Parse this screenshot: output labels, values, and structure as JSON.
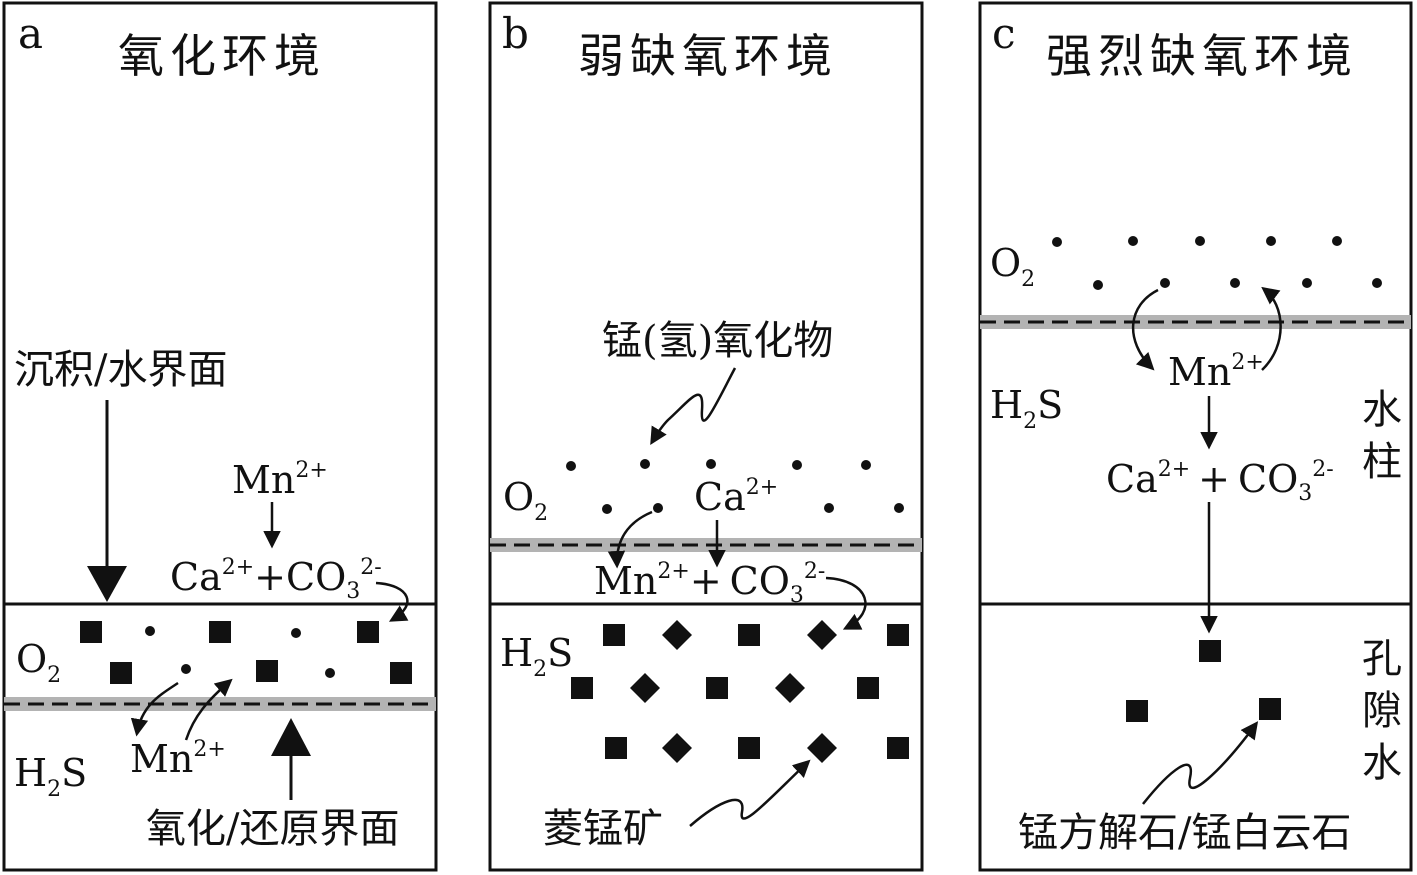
{
  "panels": [
    {
      "letter": "a",
      "title": "氧化环境",
      "labels": {
        "sediment_water_interface": "沉积/水界面",
        "redox_interface": "氧化/还原界面",
        "o2": "O",
        "o2_sub": "2",
        "h2s_h": "H",
        "h2s_sub": "2",
        "h2s_s": "S",
        "mn_top": "Mn",
        "mn_top_sup": "2+",
        "ca": "Ca",
        "ca_sup": "2+",
        "plus": "+",
        "co3": "CO",
        "co3_sub": "3",
        "co3_sup": "2-",
        "mn_bottom": "Mn",
        "mn_bottom_sup": "2+"
      }
    },
    {
      "letter": "b",
      "title": "弱缺氧环境",
      "labels": {
        "mn_oxides": "锰(氢)氧化物",
        "rhodochrosite": "菱锰矿",
        "o2": "O",
        "o2_sub": "2",
        "ca": "Ca",
        "ca_sup": "2+",
        "mn": "Mn",
        "mn_sup": "2+",
        "plus": "+",
        "co3": "CO",
        "co3_sub": "3",
        "co3_sup": "2-",
        "h2s_h": "H",
        "h2s_sub": "2",
        "h2s_s": "S"
      }
    },
    {
      "letter": "c",
      "title": "强烈缺氧环境",
      "labels": {
        "o2": "O",
        "o2_sub": "2",
        "mn": "Mn",
        "mn_sup": "2+",
        "h2s_h": "H",
        "h2s_sub": "2",
        "h2s_s": "S",
        "ca": "Ca",
        "ca_sup": "2+",
        "plus": "+",
        "co3": "CO",
        "co3_sub": "3",
        "co3_sup": "2-",
        "water_column": [
          "水",
          "柱"
        ],
        "pore_water": [
          "孔",
          "隙",
          "水"
        ],
        "mn_minerals": "锰方解石/锰白云石"
      }
    }
  ],
  "colors": {
    "ink": "#111111",
    "interface_band": "#b3b3b3",
    "background": "#ffffff"
  }
}
